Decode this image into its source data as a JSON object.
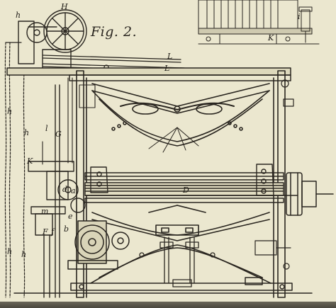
{
  "figure": {
    "title": "Fig. 2.",
    "labels": {
      "H": "H",
      "h": "h",
      "L": "L",
      "K": "K",
      "G": "G",
      "l": "l",
      "D": "D",
      "m": "m",
      "F": "F",
      "f": "f",
      "i": "i",
      "e": "e",
      "d": "d",
      "a": "a",
      "b": "b"
    }
  },
  "colors": {
    "paper": "#ebe7cf",
    "ink": "#2a2620"
  }
}
